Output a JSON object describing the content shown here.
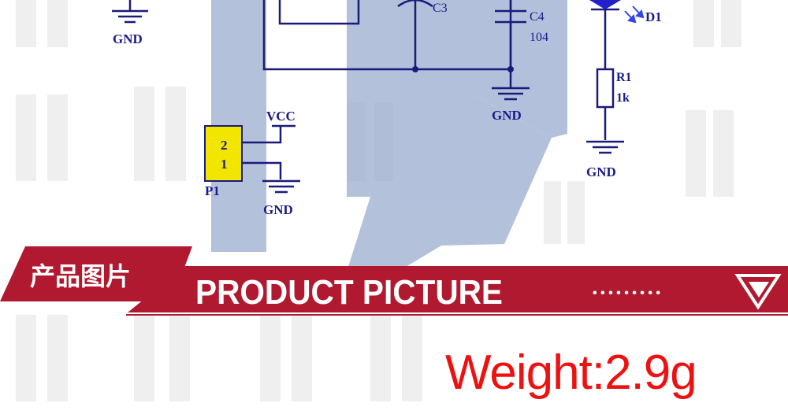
{
  "schematic": {
    "gnd_label": "GND",
    "vcc_label": "VCC",
    "c3_label": "C3",
    "c4_label": "C4",
    "c4_value": "104",
    "d1_label": "D1",
    "r1_label": "R1",
    "r1_value": "1k",
    "p1_label": "P1",
    "pin2_label": "2",
    "pin1_label": "1"
  },
  "banner": {
    "cn_title": "产品图片",
    "en_title": "PRODUCT PICTURE",
    "dots": "• • • • • • • • •"
  },
  "weight": {
    "text": "Weight:2.9g"
  },
  "colors": {
    "wire": "#1a1a7a",
    "banner_red": "#b0192f",
    "weight_red": "#ee1111",
    "connector_yellow": "#f2e600",
    "watermark": "#d8d8d8",
    "logo_blue": "#9aaccf"
  }
}
